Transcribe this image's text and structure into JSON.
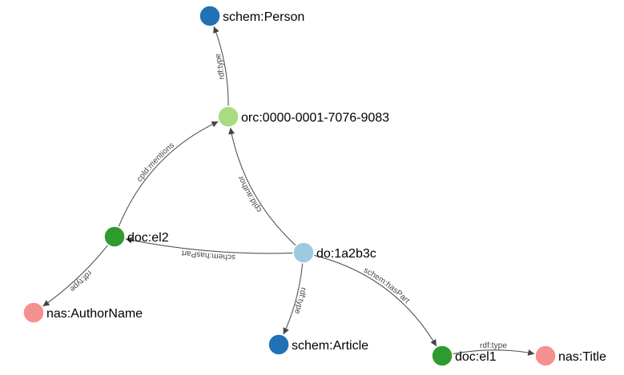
{
  "graph": {
    "nodes": [
      {
        "id": "do",
        "label": "do:1a2b3c",
        "color": "#9ecae1"
      },
      {
        "id": "orc",
        "label": "orc:0000-0001-7076-9083",
        "color": "#a8dc82"
      },
      {
        "id": "person",
        "label": "schem:Person",
        "color": "#2171b5"
      },
      {
        "id": "el2",
        "label": "doc:el2",
        "color": "#2e9b2e"
      },
      {
        "id": "author",
        "label": "nas:AuthorName",
        "color": "#f4908f"
      },
      {
        "id": "article",
        "label": "schem:Article",
        "color": "#2171b5"
      },
      {
        "id": "el1",
        "label": "doc:el1",
        "color": "#2e9b2e"
      },
      {
        "id": "title",
        "label": "nas:Title",
        "color": "#f4908f"
      }
    ],
    "edges": [
      {
        "source": "orc",
        "target": "person",
        "label": "rdf:type"
      },
      {
        "source": "do",
        "target": "orc",
        "label": "cpld:author"
      },
      {
        "source": "el2",
        "target": "orc",
        "label": "cpld:mentions"
      },
      {
        "source": "do",
        "target": "el2",
        "label": "schem:hasPart"
      },
      {
        "source": "el2",
        "target": "author",
        "label": "rdf:type"
      },
      {
        "source": "do",
        "target": "article",
        "label": "rdf:type"
      },
      {
        "source": "do",
        "target": "el1",
        "label": "schem:hasPart"
      },
      {
        "source": "el1",
        "target": "title",
        "label": "rdf:type"
      }
    ]
  }
}
